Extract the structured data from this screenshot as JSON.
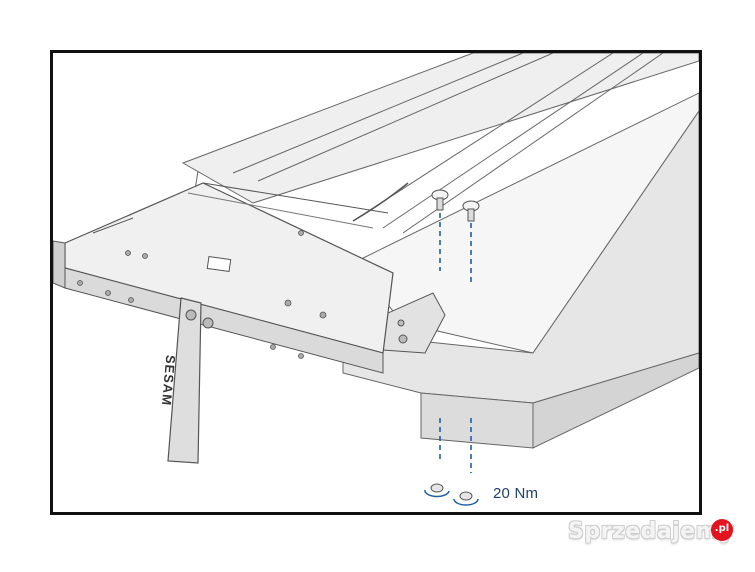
{
  "diagram": {
    "torque_label": "20 Nm",
    "handle_brand_text": "SESAM",
    "colors": {
      "frame": "#111111",
      "line": "#555555",
      "profile_fill": "#e8e8e8",
      "plate_fill": "#f2f2f2",
      "dashed_guide": "#1f5fa8",
      "torque_text": "#1f3e6e",
      "rotation_arrow": "#1f5fa8"
    }
  },
  "watermark": {
    "text": "Sprzedajemy",
    "badge": ".pl",
    "badge_color": "#e2131f"
  }
}
